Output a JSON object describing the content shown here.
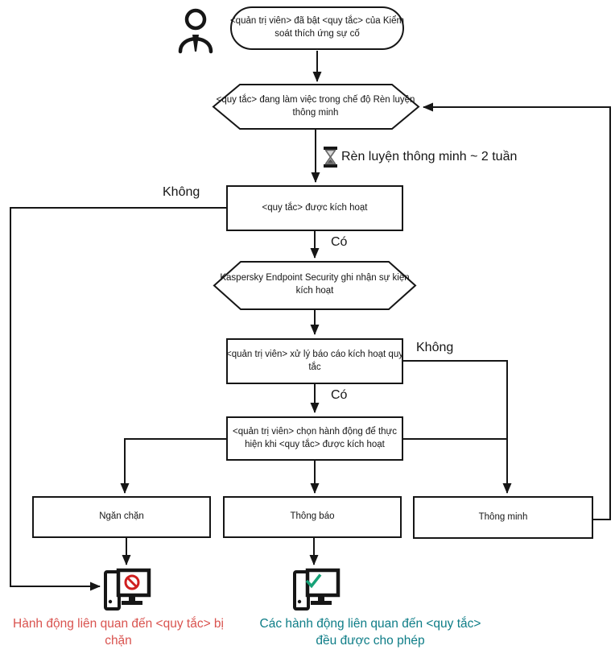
{
  "nodes": {
    "start": "<quản trị viên> đã bật <quy tắc> của Kiểm\nsoát thích ứng sự cố",
    "training_mode": "<quy tắc> đang làm việc trong chế độ Rèn luyện\nthông minh",
    "training_duration": "Rèn luyện thông minh ~ 2 tuần",
    "rule_triggered": "<quy tắc> được kích hoạt",
    "event_logged": "Kaspersky Endpoint Security ghi nhận sự kiện\nkích hoạt",
    "admin_review": "<quản trị viên> xử lý báo cáo kích hoạt quy\ntắc",
    "admin_action": "<quản trị viên> chọn hành động để thực\nhiện khi <quy tắc> được kích hoạt",
    "action_block": "Ngăn chặn",
    "action_notify": "Thông báo",
    "action_smart": "Thông minh"
  },
  "edge_labels": {
    "no_left": "Không",
    "yes_top": "Có",
    "no_right": "Không",
    "yes_bottom": "Có"
  },
  "captions": {
    "blocked": "Hành động liên quan đến <quy tắc> bị\nchặn",
    "allowed": "Các hành động liên quan đến <quy tắc>\nđều được cho phép"
  },
  "icons": {
    "actor": "person-icon",
    "timer": "hourglass-icon",
    "blocked_result": "computer-blocked-icon",
    "allowed_result": "computer-allowed-icon"
  },
  "colors": {
    "line": "#161616",
    "blocked_caption": "#d9534f",
    "allowed_caption": "#0e7d87",
    "prohibition_sign": "#cf1f1f",
    "check_mark": "#17a278",
    "hourglass_fill": "#d8d8d8"
  }
}
